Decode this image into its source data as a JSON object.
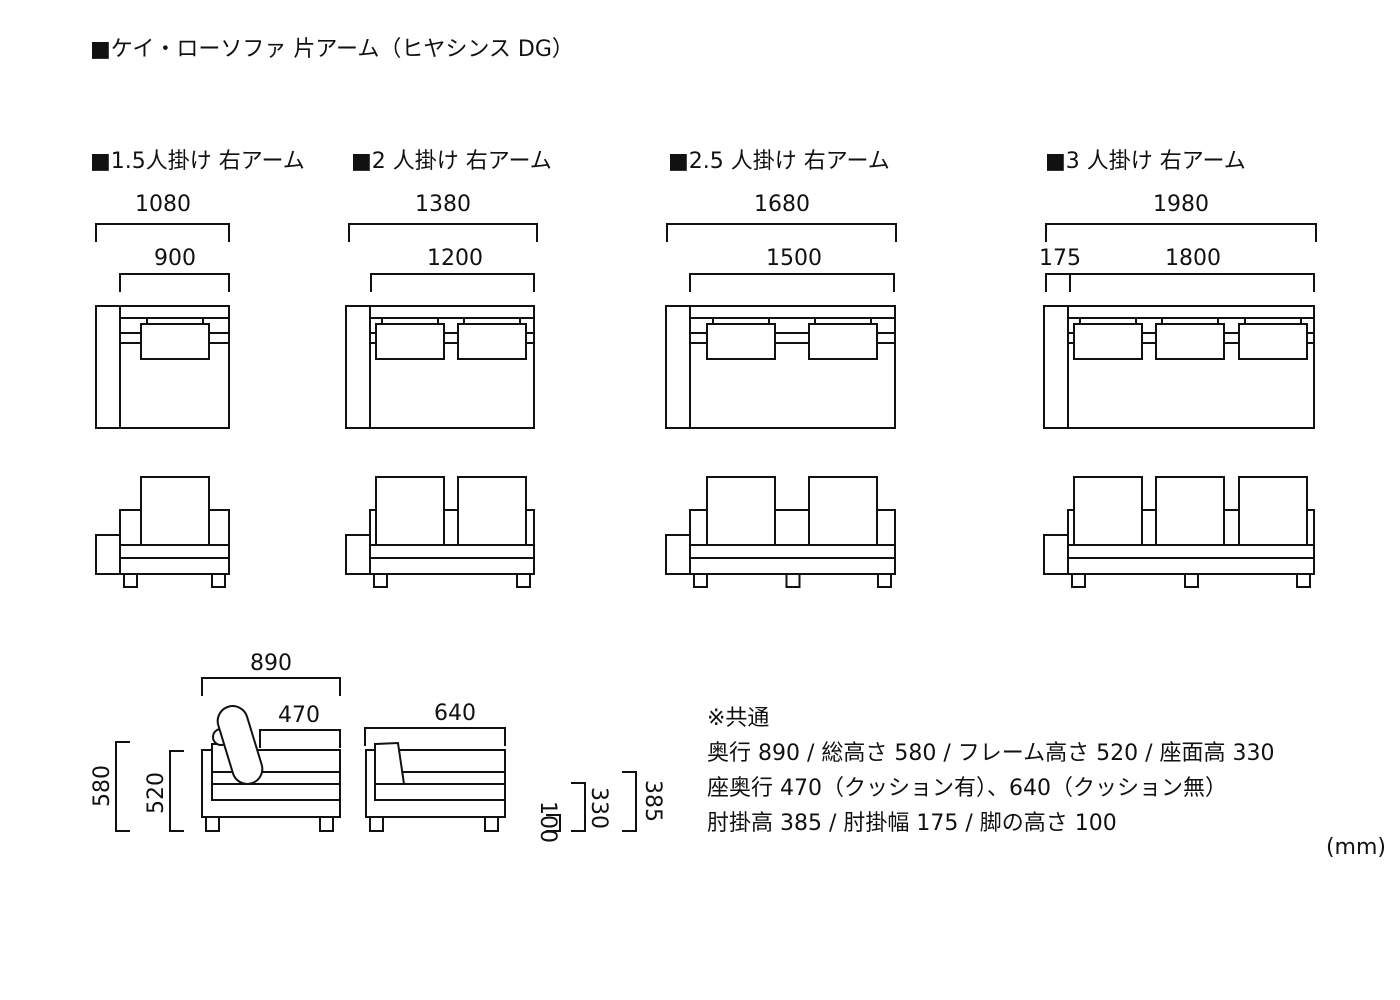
{
  "title": "■ケイ・ローソファ 片アーム（ヒヤシンス DG）",
  "models": [
    {
      "label": "■1.5人掛け 右アーム",
      "width": "1080",
      "inner": "900",
      "arm": "",
      "seats": 1
    },
    {
      "label": "■2 人掛け 右アーム",
      "width": "1380",
      "inner": "1200",
      "arm": "",
      "seats": 2
    },
    {
      "label": "■2.5 人掛け 右アーム",
      "width": "1680",
      "inner": "1500",
      "arm": "",
      "seats": 2
    },
    {
      "label": "■3 人掛け 右アーム",
      "width": "1980",
      "inner": "1800",
      "arm": "175",
      "seats": 3
    }
  ],
  "side": {
    "depth": "890",
    "seat_depth_cushion": "470",
    "seat_depth_no_cushion": "640",
    "total_height": "580",
    "frame_height": "520",
    "leg_height": "100",
    "seat_height": "330",
    "arm_height": "385"
  },
  "notes": {
    "heading": "※共通",
    "line1": "奥行 890 / 総高さ 580 / フレーム高さ 520 / 座面高 330",
    "line2": "座奥行 470（クッション有）、640（クッション無）",
    "line3": "肘掛高 385 / 肘掛幅 175 / 脚の高さ 100"
  },
  "unit": "(mm)"
}
